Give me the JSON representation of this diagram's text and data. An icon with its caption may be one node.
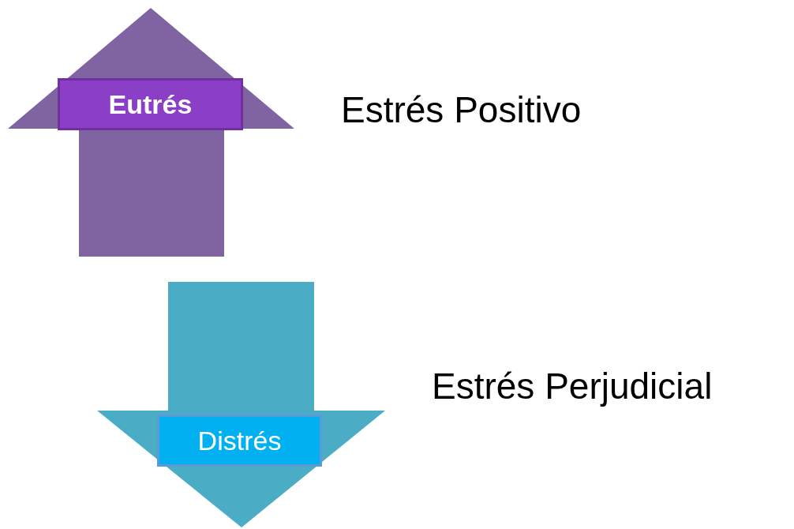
{
  "diagram": {
    "nodes": [
      {
        "text": [
          "Eutrés"
        ],
        "beside": [
          "Estrés Positivo"
        ]
      },
      {
        "text": [
          "Distrés"
        ],
        "beside": [
          "Estrés Perjudicial"
        ]
      }
    ]
  }
}
